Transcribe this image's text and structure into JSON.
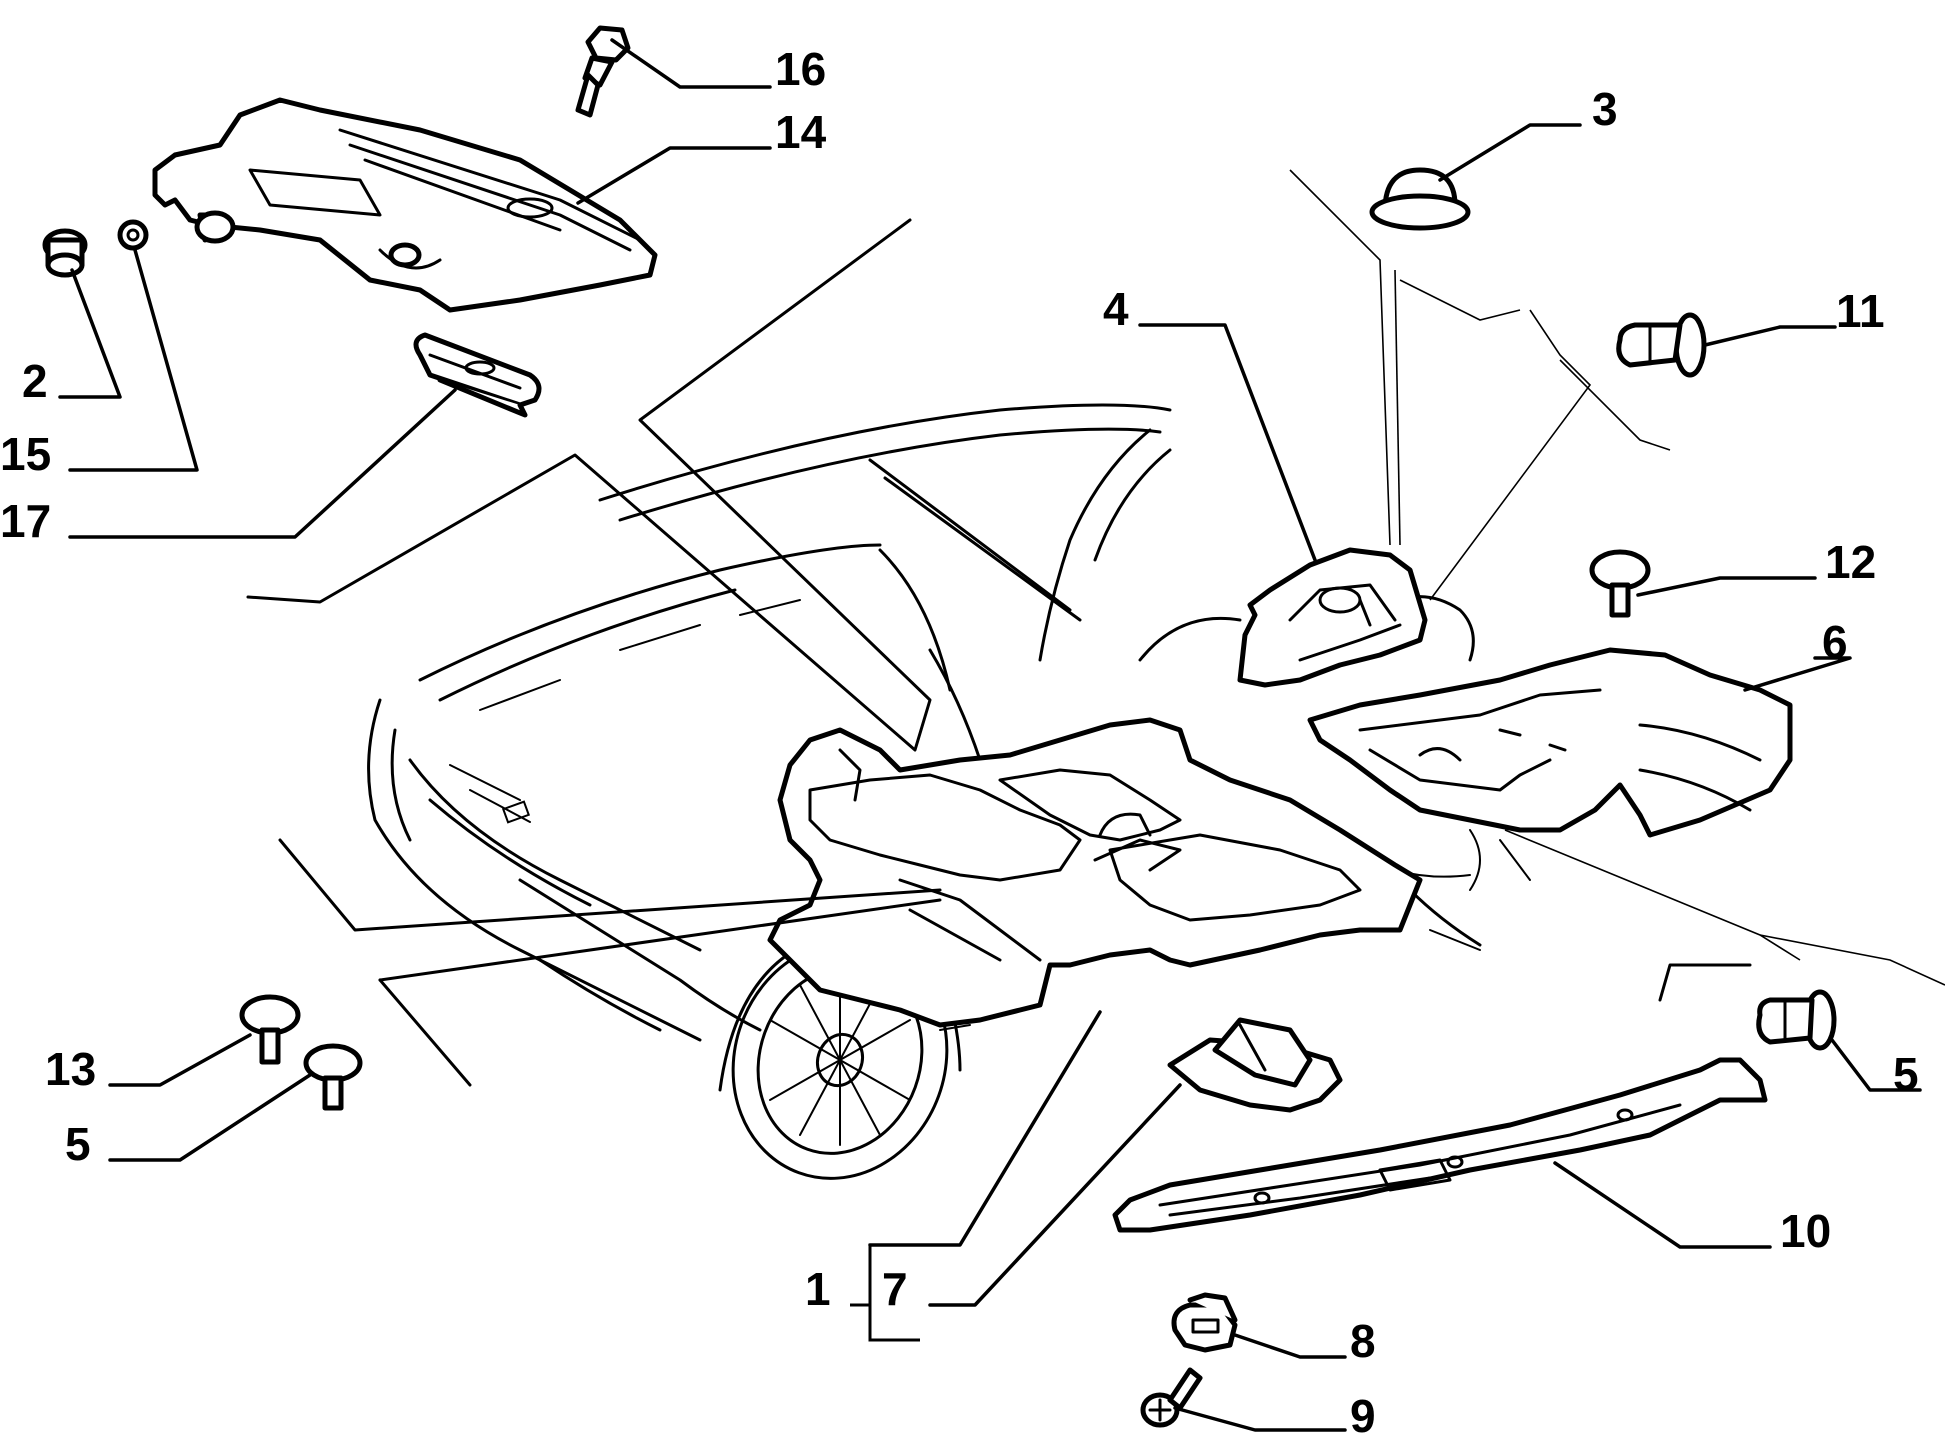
{
  "callouts": [
    {
      "id": "c16",
      "label": "16"
    },
    {
      "id": "c14",
      "label": "14"
    },
    {
      "id": "c2",
      "label": "2"
    },
    {
      "id": "c15",
      "label": "15"
    },
    {
      "id": "c17",
      "label": "17"
    },
    {
      "id": "c3",
      "label": "3"
    },
    {
      "id": "c4",
      "label": "4"
    },
    {
      "id": "c11",
      "label": "11"
    },
    {
      "id": "c12",
      "label": "12"
    },
    {
      "id": "c6",
      "label": "6"
    },
    {
      "id": "c13",
      "label": "13"
    },
    {
      "id": "c5a",
      "label": "5"
    },
    {
      "id": "c5b",
      "label": "5"
    },
    {
      "id": "c10",
      "label": "10"
    },
    {
      "id": "c1",
      "label": "1"
    },
    {
      "id": "c7",
      "label": "7"
    },
    {
      "id": "c8",
      "label": "8"
    },
    {
      "id": "c9",
      "label": "9"
    }
  ]
}
